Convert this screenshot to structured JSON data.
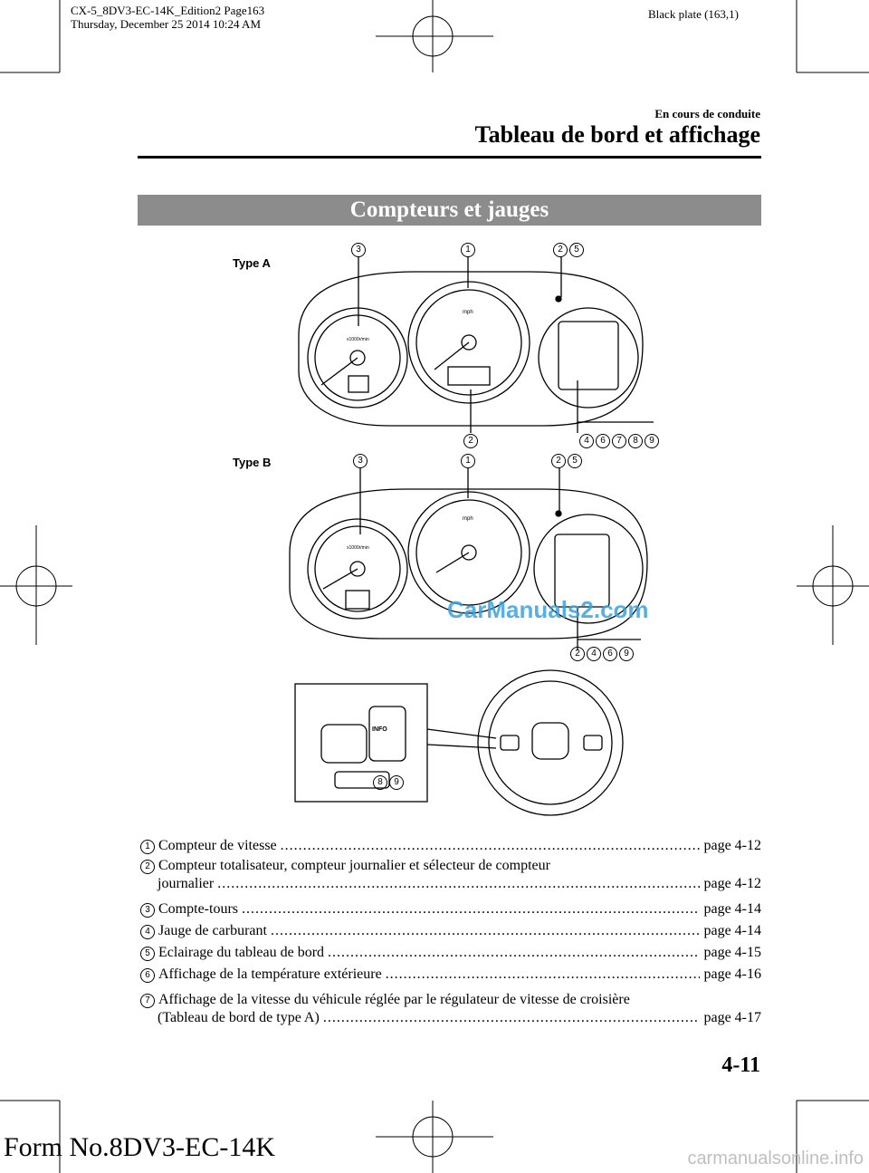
{
  "print_header": {
    "line1": "CX-5_8DV3-EC-14K_Edition2 Page163",
    "line2": "Thursday, December 25 2014 10:24 AM",
    "plate": "Black plate (163,1)"
  },
  "section": {
    "subtitle": "En cours de conduite",
    "title": "Tableau de bord et affichage"
  },
  "band_title": "Compteurs et jauges",
  "figure": {
    "type_a": "Type A",
    "type_b": "Type B",
    "callouts_a_top": [
      "3",
      "1",
      "2",
      "5"
    ],
    "callouts_a_bottom_left": "2",
    "callouts_a_bottom_right": [
      "4",
      "6",
      "7",
      "8",
      "9"
    ],
    "callouts_b_top": [
      "3",
      "1",
      "2",
      "5"
    ],
    "callouts_b_bottom": [
      "2",
      "4",
      "6",
      "9"
    ],
    "callouts_wheel": [
      "8",
      "9"
    ],
    "gauge_mph": "mph",
    "gauge_rpm": "x1000r/min",
    "info_button": "INFO",
    "watermark": "CarManuals2.com"
  },
  "legend": [
    {
      "num": "1",
      "text": "Compteur de vitesse",
      "page": "page 4-12"
    },
    {
      "num": "2",
      "text": "Compteur totalisateur, compteur journalier et sélecteur de compteur",
      "cont": "journalier",
      "page": "page 4-12"
    },
    {
      "num": "3",
      "text": "Compte-tours",
      "page": "page 4-14"
    },
    {
      "num": "4",
      "text": "Jauge de carburant",
      "page": "page 4-14"
    },
    {
      "num": "5",
      "text": "Eclairage du tableau de bord",
      "page": "page 4-15"
    },
    {
      "num": "6",
      "text": "Affichage de la température extérieure",
      "page": "page 4-16"
    },
    {
      "num": "7",
      "text": "Affichage de la vitesse du véhicule réglée par le régulateur de vitesse de croisière",
      "cont": "(Tableau de bord de type A)",
      "page": "page 4-17"
    }
  ],
  "page_number": "4-11",
  "form_number": "Form No.8DV3-EC-14K",
  "site": "carmanualsonline.info"
}
